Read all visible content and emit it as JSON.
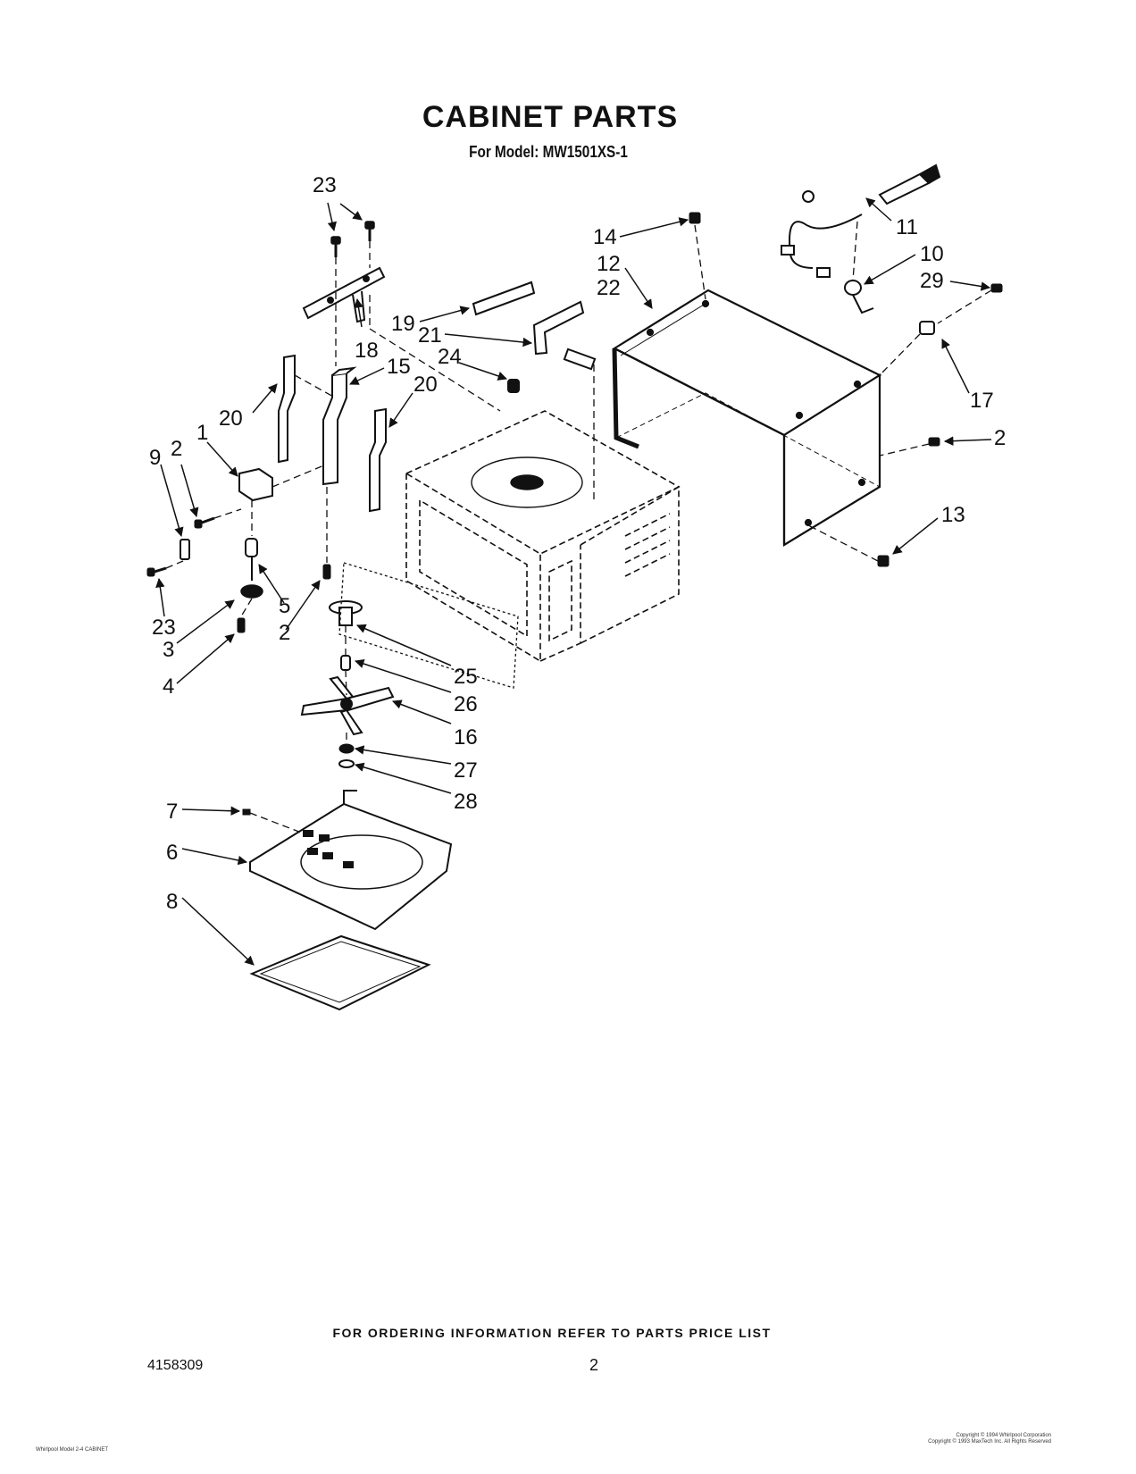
{
  "header": {
    "title": "CABINET PARTS",
    "subtitle": "For Model: MW1501XS-1"
  },
  "callouts": [
    {
      "id": "c23a",
      "text": "23"
    },
    {
      "id": "c14",
      "text": "14"
    },
    {
      "id": "c11",
      "text": "11"
    },
    {
      "id": "c10",
      "text": "10"
    },
    {
      "id": "c12",
      "text": "12"
    },
    {
      "id": "c22",
      "text": "22"
    },
    {
      "id": "c29",
      "text": "29"
    },
    {
      "id": "c19",
      "text": "19"
    },
    {
      "id": "c21",
      "text": "21"
    },
    {
      "id": "c18",
      "text": "18"
    },
    {
      "id": "c24",
      "text": "24"
    },
    {
      "id": "c15",
      "text": "15"
    },
    {
      "id": "c20a",
      "text": "20"
    },
    {
      "id": "c20b",
      "text": "20"
    },
    {
      "id": "c17",
      "text": "17"
    },
    {
      "id": "c1",
      "text": "1"
    },
    {
      "id": "c2a",
      "text": "2"
    },
    {
      "id": "c9",
      "text": "9"
    },
    {
      "id": "c2b",
      "text": "2"
    },
    {
      "id": "c13",
      "text": "13"
    },
    {
      "id": "c23b",
      "text": "23"
    },
    {
      "id": "c5",
      "text": "5"
    },
    {
      "id": "c2c",
      "text": "2"
    },
    {
      "id": "c3",
      "text": "3"
    },
    {
      "id": "c4",
      "text": "4"
    },
    {
      "id": "c25",
      "text": "25"
    },
    {
      "id": "c26",
      "text": "26"
    },
    {
      "id": "c16",
      "text": "16"
    },
    {
      "id": "c27",
      "text": "27"
    },
    {
      "id": "c28",
      "text": "28"
    },
    {
      "id": "c7",
      "text": "7"
    },
    {
      "id": "c6",
      "text": "6"
    },
    {
      "id": "c8",
      "text": "8"
    }
  ],
  "footer": {
    "ordering_note": "FOR ORDERING INFORMATION REFER TO PARTS PRICE LIST",
    "doc_number": "4158309",
    "page_number": "2",
    "small_left": "Whirlpool Model 2-4 CABINET",
    "small_right_1": "Copyright © 1994 Whirlpool Corporation",
    "small_right_2": "Copyright © 1993 MaxTech Inc. All Rights Reserved"
  }
}
